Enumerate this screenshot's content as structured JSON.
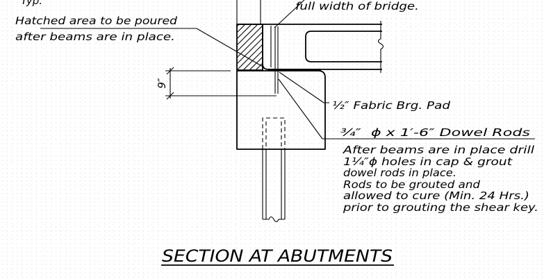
{
  "drawing": {
    "top_left_note": "Typ.",
    "top_right_note": "full width of bridge.",
    "hatched_note": [
      "Hatched area to be poured",
      "after beams are in place."
    ],
    "dimension_label": "9″",
    "pad_label": "½″ Fabric Brg. Pad",
    "dowel_label": "¾″  ϕ x 1′-6″ Dowel Rods",
    "dowel_notes": [
      "After beams are in place drill",
      "1¼″ϕ holes in cap & grout",
      "dowel rods in place.",
      "Rods to be grouted and",
      "allowed to cure (Min. 24 Hrs.)",
      "prior to grouting the shear key."
    ],
    "title": "SECTION AT ABUTMENTS"
  },
  "colors": {
    "ink": "#000000",
    "paper": "#ffffff"
  }
}
